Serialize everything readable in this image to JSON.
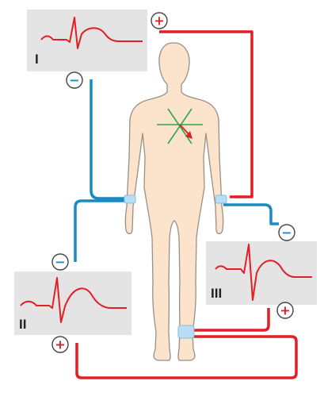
{
  "leads": [
    {
      "label": "I"
    },
    {
      "label": "II"
    },
    {
      "label": "III"
    }
  ],
  "electrode_signs": {
    "positive": "+",
    "negative": "−"
  },
  "colors": {
    "positive_wire": "#e31e25",
    "negative_wire": "#1a8ac4",
    "panel": "#e4e4e4",
    "body_fill": "#fbe3cc",
    "body_stroke": "#9a8f86",
    "trace": "#e31e25",
    "axis_lines": "#2ea84a",
    "heart_vector": "#e31e25",
    "electrode_band": "#b9ddf2"
  }
}
